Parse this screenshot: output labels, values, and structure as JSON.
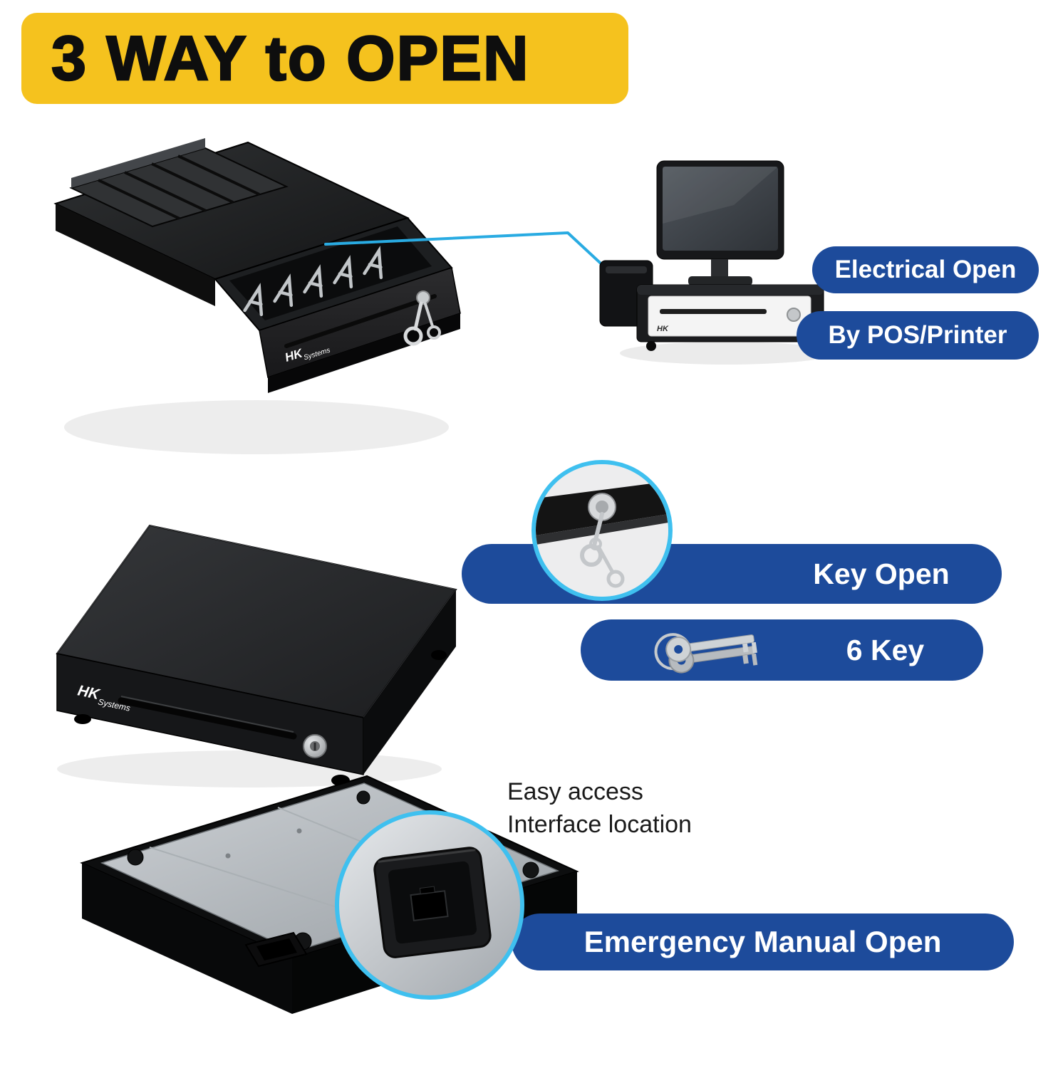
{
  "banner": {
    "title": "3 WAY to OPEN"
  },
  "electrical": {
    "pill_top": "Electrical Open",
    "pill_bottom": "By POS/Printer"
  },
  "key": {
    "pill_top": "Key Open",
    "pill_bottom": "6 Key"
  },
  "manual": {
    "caption_line1": "Easy access",
    "caption_line2": "Interface location",
    "pill": "Emergency Manual Open"
  },
  "brand": {
    "name": "HK",
    "suffix": "Systems"
  },
  "colors": {
    "banner_bg": "#F5C21E",
    "pill_bg": "#1D4B9B",
    "pill_text": "#FFFFFF",
    "accent_cyan": "#3FC0EF",
    "connector_line": "#29ABE2",
    "title_text": "#0E0E0E"
  }
}
